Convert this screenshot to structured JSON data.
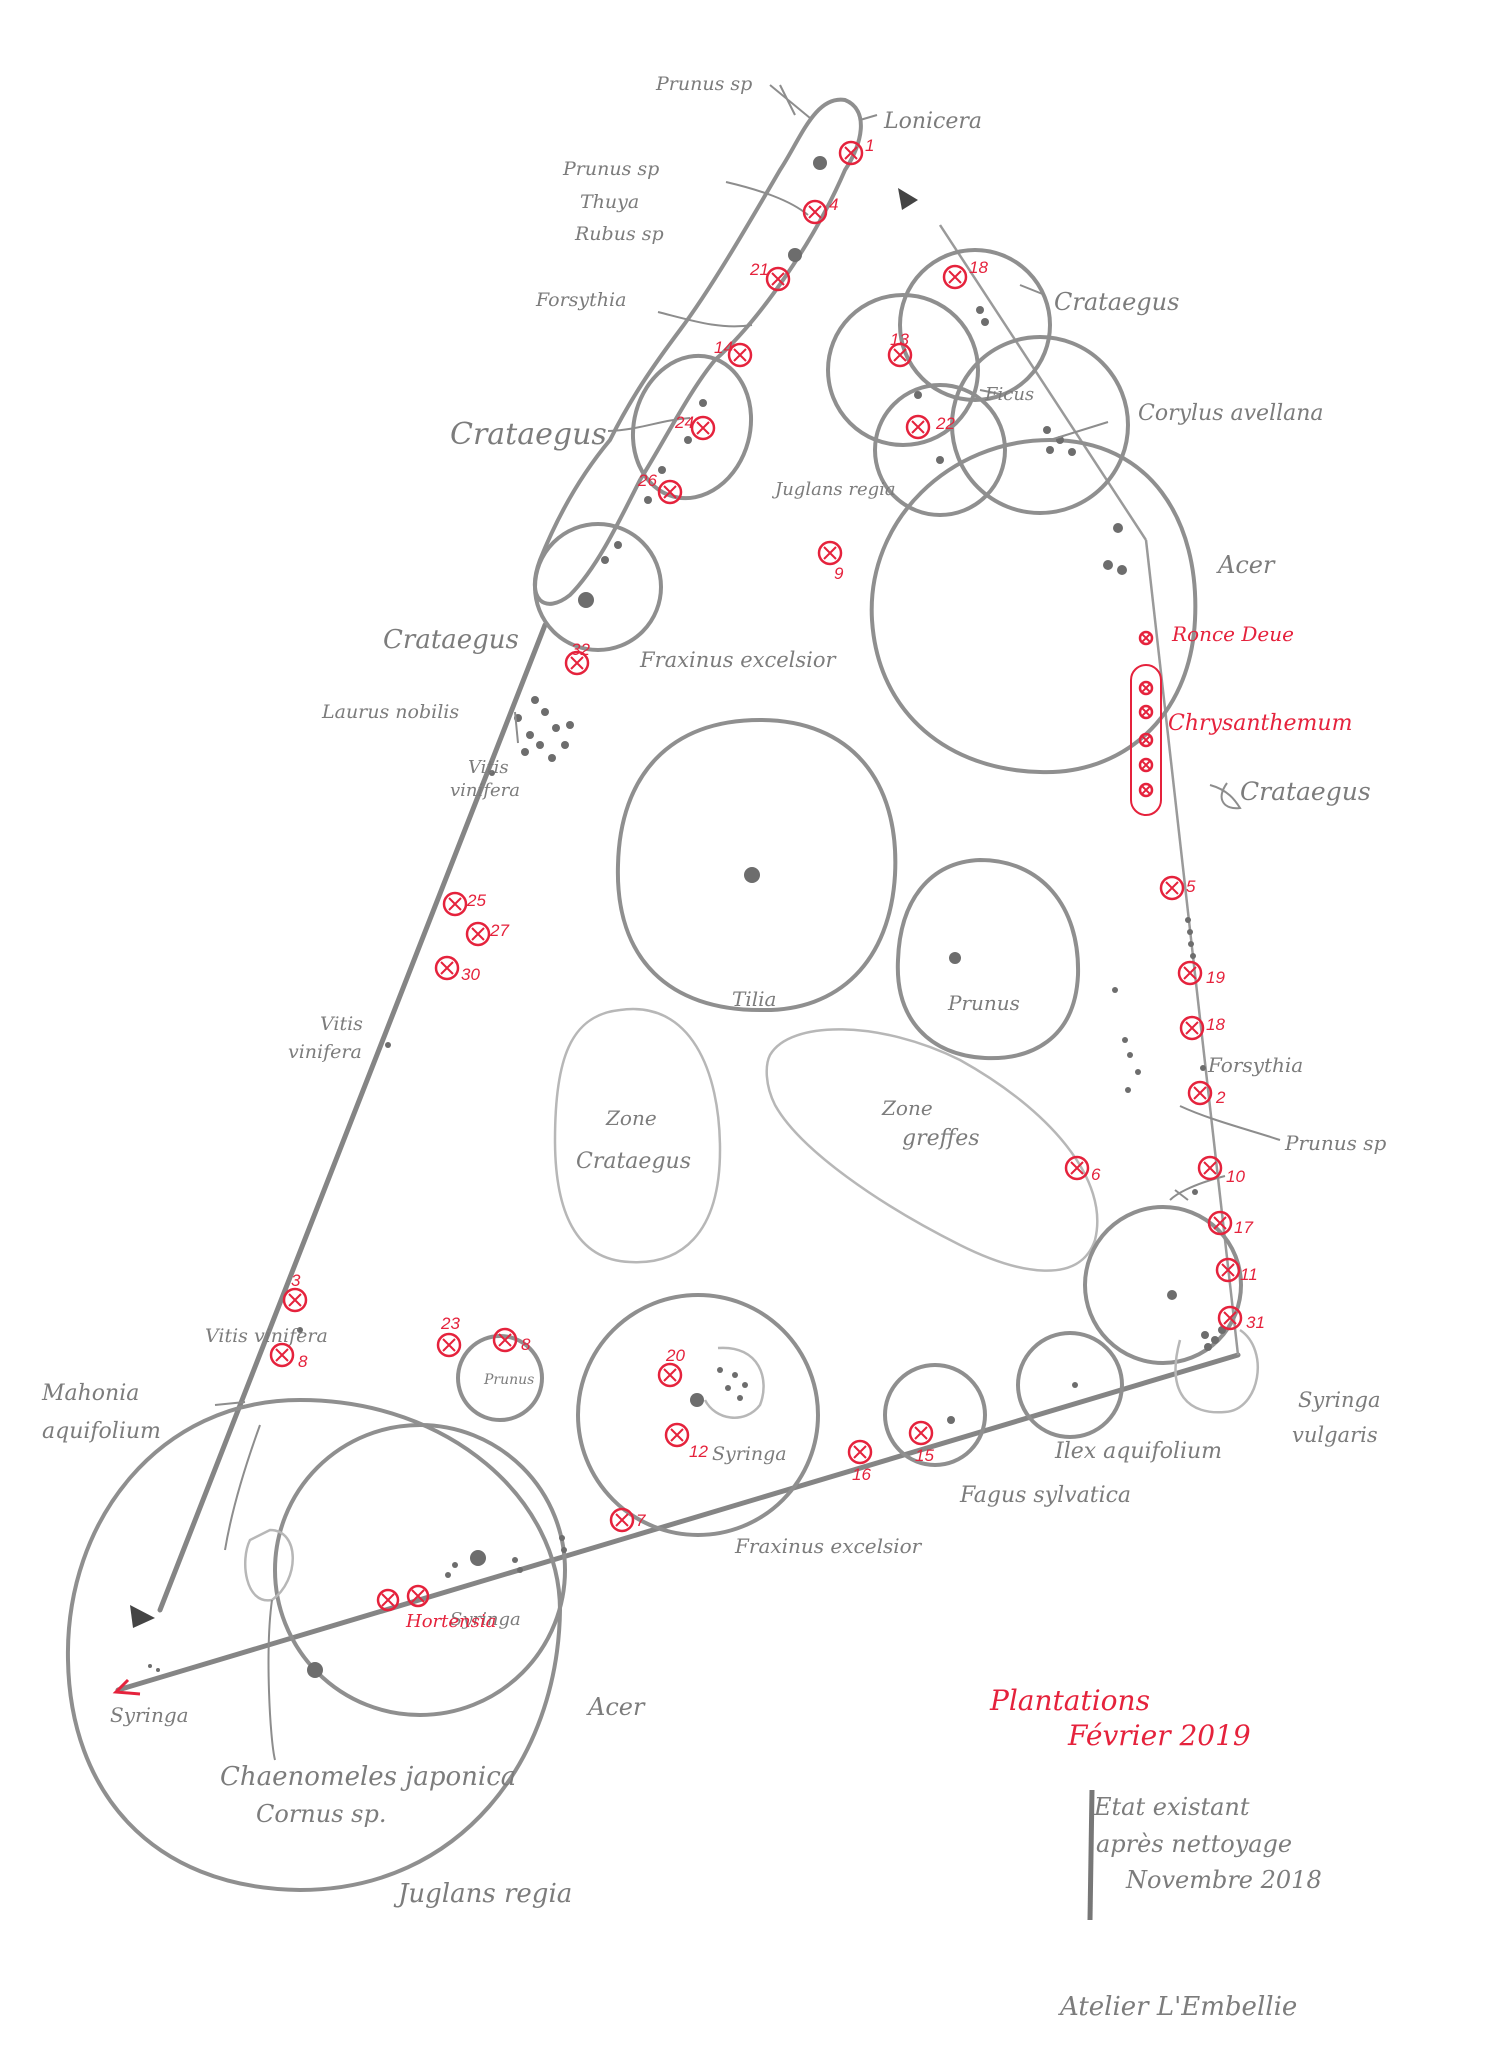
{
  "labels": {
    "prunus_top": "Prunus sp",
    "lonicera": "Lonicera",
    "prunus_group": "Prunus sp",
    "thuya": "Thuya",
    "rubus": "Rubus sp",
    "forsythia_top": "Forsythia",
    "crataegus_top_right": "Crataegus",
    "ficus": "Ficus",
    "corylus": "Corylus avellana",
    "crataegus_left": "Crataegus",
    "juglans_regia_mid": "Juglans regia",
    "acer_right": "Acer",
    "crataegus_node": "Crataegus",
    "fraxinus_top": "Fraxinus excelsior",
    "ronce_deue": "Ronce Deue",
    "laurus": "Laurus nobilis",
    "chrysanthemum": "Chrysanthemum",
    "crataegus_right": "Crataegus",
    "vitis_top_1": "Vitis",
    "vitis_top_2": "vinifera",
    "tilia": "Tilia",
    "prunus_circle": "Prunus",
    "vitis_mid_1": "Vitis",
    "vitis_mid_2": "vinifera",
    "forsythia_right": "Forsythia",
    "zone_crataegus_1": "Zone",
    "zone_crataegus_2": "Crataegus",
    "zone_greffes_1": "Zone",
    "zone_greffes_2": "greffes",
    "prunus_right": "Prunus sp",
    "vitis_low": "Vitis vinifera",
    "mahonia_1": "Mahonia",
    "mahonia_2": "aquifolium",
    "prunus_small": "Prunus",
    "syringa_center": "Syringa",
    "syringa_vulgaris_1": "Syringa",
    "syringa_vulgaris_2": "vulgaris",
    "ilex": "Ilex aquifolium",
    "fagus": "Fagus sylvatica",
    "fraxinus_low": "Fraxinus excelsior",
    "hortensia": "Hortensia",
    "syringa_inner": "Syringa",
    "syringa_corner": "Syringa",
    "acer_bottom": "Acer",
    "chaenomeles": "Chaenomeles japonica",
    "cornus": "Cornus sp.",
    "juglans_regia_bottom": "Juglans regia"
  },
  "plantations": {
    "title_line1": "Plantations",
    "title_line2": "Février 2019"
  },
  "etat": {
    "line1": "Etat existant",
    "line2": "après nettoyage",
    "line3": "Novembre 2018"
  },
  "credit": "Atelier L'Embellie",
  "markers": [
    {
      "id": "1",
      "label": "1"
    },
    {
      "id": "4",
      "label": "4"
    },
    {
      "id": "21",
      "label": "21"
    },
    {
      "id": "14",
      "label": "14"
    },
    {
      "id": "18_top",
      "label": "18"
    },
    {
      "id": "13",
      "label": "13"
    },
    {
      "id": "22",
      "label": "22"
    },
    {
      "id": "24",
      "label": "24"
    },
    {
      "id": "26",
      "label": "26"
    },
    {
      "id": "9",
      "label": "9"
    },
    {
      "id": "32",
      "label": "32"
    },
    {
      "id": "25",
      "label": "25"
    },
    {
      "id": "27",
      "label": "27"
    },
    {
      "id": "30",
      "label": "30"
    },
    {
      "id": "5",
      "label": "5"
    },
    {
      "id": "19",
      "label": "19"
    },
    {
      "id": "18_right",
      "label": "18"
    },
    {
      "id": "2",
      "label": "2"
    },
    {
      "id": "6",
      "label": "6"
    },
    {
      "id": "10",
      "label": "10"
    },
    {
      "id": "17",
      "label": "17"
    },
    {
      "id": "11",
      "label": "11"
    },
    {
      "id": "31",
      "label": "31"
    },
    {
      "id": "3",
      "label": "3"
    },
    {
      "id": "8_left",
      "label": "8"
    },
    {
      "id": "23",
      "label": "23"
    },
    {
      "id": "8_mid",
      "label": "8"
    },
    {
      "id": "20",
      "label": "20"
    },
    {
      "id": "12",
      "label": "12"
    },
    {
      "id": "16",
      "label": "16"
    },
    {
      "id": "15",
      "label": "15"
    },
    {
      "id": "7",
      "label": "7"
    }
  ]
}
